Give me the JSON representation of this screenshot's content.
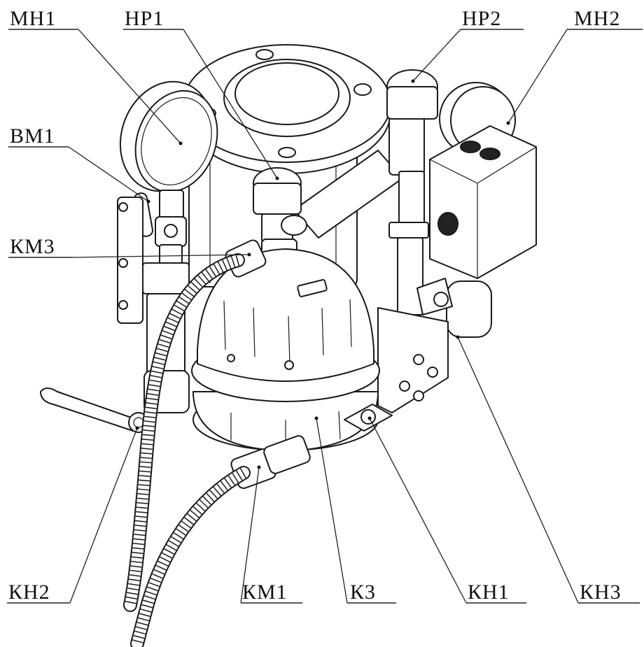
{
  "callouts": {
    "mn1": "МН1",
    "hr1": "НР1",
    "hr2": "НР2",
    "mn2": "МН2",
    "vm1": "ВМ1",
    "km3": "КМ3",
    "kn2": "КН2",
    "km1": "КМ1",
    "k3": "К3",
    "kn1": "КН1",
    "kn3": "КН3"
  }
}
